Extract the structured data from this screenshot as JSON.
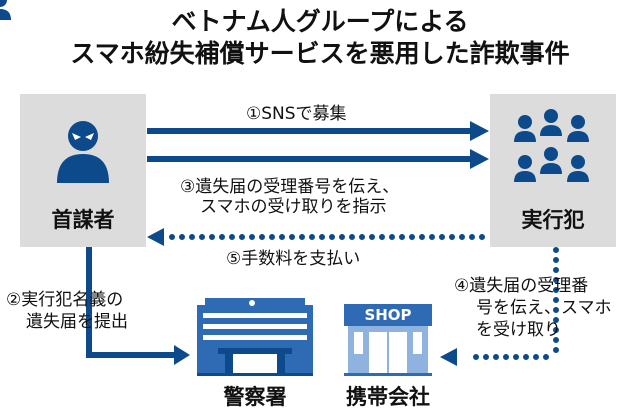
{
  "title": {
    "line1": "ベトナム人グループによる",
    "line2": "スマホ紛失補償サービスを悪用した詐欺事件"
  },
  "actors": {
    "leader": "首謀者",
    "executor": "実行犯",
    "police": "警察署",
    "carrier": "携帯会社"
  },
  "shop_sign": "SHOP",
  "steps": {
    "s1": "①SNSで募集",
    "s3a": "③遺失届の受理番号を伝え、",
    "s3b": "スマホの受け取りを指示",
    "s5": "⑤手数料を支払い",
    "s2a": "②実行犯名義の",
    "s2b": "遺失届を提出",
    "s4a": "④遺失届の受理番",
    "s4b": "号を伝え、スマホ",
    "s4c": "を受け取り"
  },
  "colors": {
    "dark_blue": "#0d4a8c",
    "mid_blue": "#2f6bb5",
    "light_blue": "#8fb3df",
    "box_gray": "#dcdcdc"
  }
}
